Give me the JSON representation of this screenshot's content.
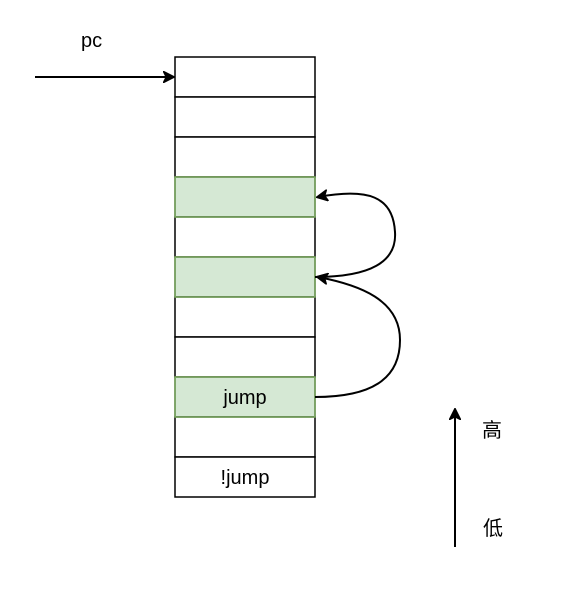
{
  "pc_label": "pc",
  "axis": {
    "high_label": "高",
    "low_label": "低"
  },
  "cells": [
    {
      "text": "",
      "highlighted": false
    },
    {
      "text": "",
      "highlighted": false
    },
    {
      "text": "",
      "highlighted": false
    },
    {
      "text": "",
      "highlighted": true
    },
    {
      "text": "",
      "highlighted": false
    },
    {
      "text": "",
      "highlighted": true
    },
    {
      "text": "",
      "highlighted": false
    },
    {
      "text": "",
      "highlighted": false
    },
    {
      "text": "jump",
      "highlighted": true
    },
    {
      "text": "",
      "highlighted": false
    },
    {
      "text": "!jump",
      "highlighted": false
    }
  ],
  "colors": {
    "highlight_fill": "#d5e8d4",
    "highlight_stroke": "#82b366",
    "cell_fill": "#ffffff",
    "cell_stroke": "#000000",
    "line": "#000000"
  }
}
